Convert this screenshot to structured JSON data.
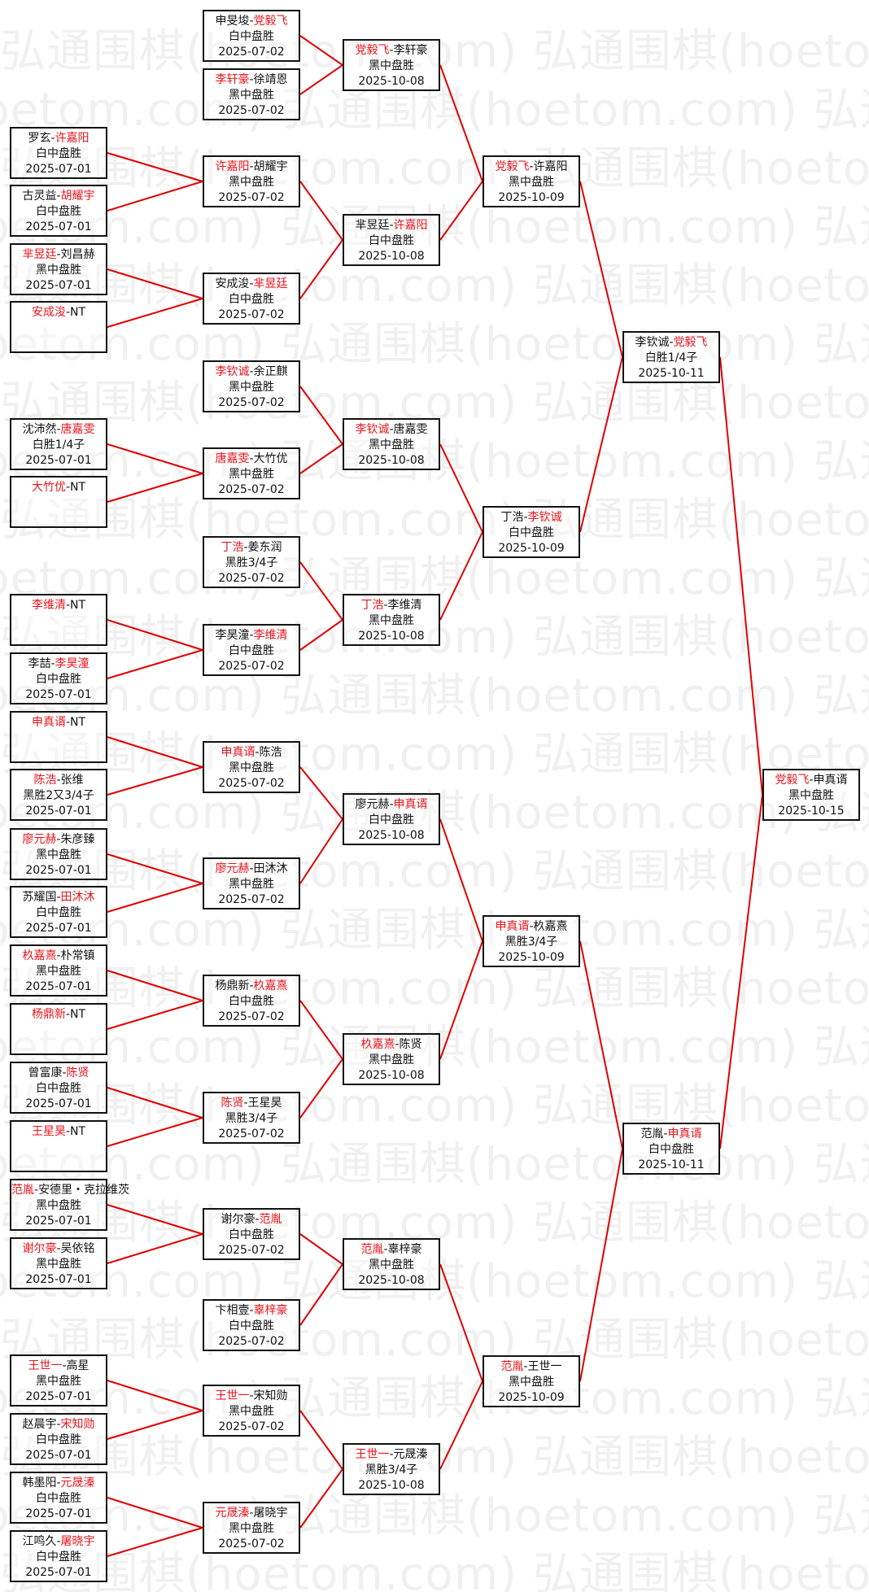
{
  "watermark": {
    "text": "弘通围棋(hoetom.com)"
  },
  "colors": {
    "winner": "#e8141c",
    "line": "#e00000",
    "border": "#111111"
  },
  "rounds": [
    [
      {
        "p1": "罗玄",
        "p2": "许嘉阳",
        "winner": 2,
        "result": "白中盘胜",
        "date": "2025-07-01"
      },
      {
        "p1": "古灵益",
        "p2": "胡耀宇",
        "winner": 2,
        "result": "白中盘胜",
        "date": "2025-07-01"
      },
      {
        "p1": "芈昱廷",
        "p2": "刘昌赫",
        "winner": 1,
        "result": "黑中盘胜",
        "date": "2025-07-01"
      },
      {
        "p1": "安成浚",
        "p2": "NT",
        "winner": 1,
        "result": "",
        "date": ""
      },
      {
        "p1": "沈沛然",
        "p2": "唐嘉雯",
        "winner": 2,
        "result": "白胜1/4子",
        "date": "2025-07-01"
      },
      {
        "p1": "大竹优",
        "p2": "NT",
        "winner": 1,
        "result": "",
        "date": ""
      },
      {
        "p1": "李维清",
        "p2": "NT",
        "winner": 1,
        "result": "",
        "date": ""
      },
      {
        "p1": "李喆",
        "p2": "李昊潼",
        "winner": 2,
        "result": "白中盘胜",
        "date": "2025-07-01"
      },
      {
        "p1": "申真谞",
        "p2": "NT",
        "winner": 1,
        "result": "",
        "date": ""
      },
      {
        "p1": "陈浩",
        "p2": "张维",
        "winner": 1,
        "result": "黑胜2又3/4子",
        "date": "2025-07-01"
      },
      {
        "p1": "廖元赫",
        "p2": "朱彦臻",
        "winner": 1,
        "result": "黑中盘胜",
        "date": "2025-07-01"
      },
      {
        "p1": "苏耀国",
        "p2": "田沐沐",
        "winner": 2,
        "result": "白中盘胜",
        "date": "2025-07-01"
      },
      {
        "p1": "杦嘉熹",
        "p2": "朴常镇",
        "winner": 1,
        "result": "黑中盘胜",
        "date": "2025-07-01"
      },
      {
        "p1": "杨鼎新",
        "p2": "NT",
        "winner": 1,
        "result": "",
        "date": ""
      },
      {
        "p1": "曾富康",
        "p2": "陈贤",
        "winner": 2,
        "result": "白中盘胜",
        "date": "2025-07-01"
      },
      {
        "p1": "王星昊",
        "p2": "NT",
        "winner": 1,
        "result": "",
        "date": ""
      },
      {
        "p1": "范胤",
        "p2": "安德里・克拉维茨",
        "winner": 1,
        "result": "黑中盘胜",
        "date": "2025-07-01"
      },
      {
        "p1": "谢尔豪",
        "p2": "吴依铭",
        "winner": 1,
        "result": "黑中盘胜",
        "date": "2025-07-01"
      },
      {
        "p1": "王世一",
        "p2": "高星",
        "winner": 1,
        "result": "黑中盘胜",
        "date": "2025-07-01"
      },
      {
        "p1": "赵晨宇",
        "p2": "宋知勋",
        "winner": 2,
        "result": "白中盘胜",
        "date": "2025-07-01"
      },
      {
        "p1": "韩墨阳",
        "p2": "元晟溱",
        "winner": 2,
        "result": "白中盘胜",
        "date": "2025-07-01"
      },
      {
        "p1": "江鸣久",
        "p2": "屠晓宇",
        "winner": 2,
        "result": "白中盘胜",
        "date": "2025-07-01"
      }
    ],
    [
      {
        "p1": "申旻埈",
        "p2": "党毅飞",
        "winner": 2,
        "result": "白中盘胜",
        "date": "2025-07-02"
      },
      {
        "p1": "李轩豪",
        "p2": "徐靖恩",
        "winner": 1,
        "result": "黑中盘胜",
        "date": "2025-07-02"
      },
      {
        "p1": "许嘉阳",
        "p2": "胡耀宇",
        "winner": 1,
        "result": "黑中盘胜",
        "date": "2025-07-02"
      },
      {
        "p1": "安成浚",
        "p2": "芈昱廷",
        "winner": 2,
        "result": "白中盘胜",
        "date": "2025-07-02"
      },
      {
        "p1": "李钦诚",
        "p2": "余正麒",
        "winner": 1,
        "result": "黑中盘胜",
        "date": "2025-07-02"
      },
      {
        "p1": "唐嘉雯",
        "p2": "大竹优",
        "winner": 1,
        "result": "黑中盘胜",
        "date": "2025-07-02"
      },
      {
        "p1": "丁浩",
        "p2": "姜东润",
        "winner": 1,
        "result": "黑胜3/4子",
        "date": "2025-07-02"
      },
      {
        "p1": "李昊潼",
        "p2": "李维清",
        "winner": 2,
        "result": "白中盘胜",
        "date": "2025-07-02"
      },
      {
        "p1": "申真谞",
        "p2": "陈浩",
        "winner": 1,
        "result": "黑中盘胜",
        "date": "2025-07-02"
      },
      {
        "p1": "廖元赫",
        "p2": "田沐沐",
        "winner": 1,
        "result": "黑中盘胜",
        "date": "2025-07-02"
      },
      {
        "p1": "杨鼎新",
        "p2": "杦嘉熹",
        "winner": 2,
        "result": "白中盘胜",
        "date": "2025-07-02"
      },
      {
        "p1": "陈贤",
        "p2": "王星昊",
        "winner": 1,
        "result": "黑胜3/4子",
        "date": "2025-07-02"
      },
      {
        "p1": "谢尔豪",
        "p2": "范胤",
        "winner": 2,
        "result": "白中盘胜",
        "date": "2025-07-02"
      },
      {
        "p1": "卞相壹",
        "p2": "辜梓豪",
        "winner": 2,
        "result": "白中盘胜",
        "date": "2025-07-02"
      },
      {
        "p1": "王世一",
        "p2": "宋知勋",
        "winner": 1,
        "result": "黑中盘胜",
        "date": "2025-07-02"
      },
      {
        "p1": "元晟溱",
        "p2": "屠晓宇",
        "winner": 1,
        "result": "黑中盘胜",
        "date": "2025-07-02"
      }
    ],
    [
      {
        "p1": "党毅飞",
        "p2": "李轩豪",
        "winner": 1,
        "result": "黑中盘胜",
        "date": "2025-10-08"
      },
      {
        "p1": "芈昱廷",
        "p2": "许嘉阳",
        "winner": 2,
        "result": "白中盘胜",
        "date": "2025-10-08"
      },
      {
        "p1": "李钦诚",
        "p2": "唐嘉雯",
        "winner": 1,
        "result": "黑中盘胜",
        "date": "2025-10-08"
      },
      {
        "p1": "丁浩",
        "p2": "李维清",
        "winner": 1,
        "result": "黑中盘胜",
        "date": "2025-10-08"
      },
      {
        "p1": "廖元赫",
        "p2": "申真谞",
        "winner": 2,
        "result": "白中盘胜",
        "date": "2025-10-08"
      },
      {
        "p1": "杦嘉熹",
        "p2": "陈贤",
        "winner": 1,
        "result": "黑中盘胜",
        "date": "2025-10-08"
      },
      {
        "p1": "范胤",
        "p2": "辜梓豪",
        "winner": 1,
        "result": "黑中盘胜",
        "date": "2025-10-08"
      },
      {
        "p1": "王世一",
        "p2": "元晟溱",
        "winner": 1,
        "result": "黑胜3/4子",
        "date": "2025-10-08"
      }
    ],
    [
      {
        "p1": "党毅飞",
        "p2": "许嘉阳",
        "winner": 1,
        "result": "黑中盘胜",
        "date": "2025-10-09"
      },
      {
        "p1": "丁浩",
        "p2": "李钦诚",
        "winner": 2,
        "result": "白中盘胜",
        "date": "2025-10-09"
      },
      {
        "p1": "申真谞",
        "p2": "杦嘉熹",
        "winner": 1,
        "result": "黑胜3/4子",
        "date": "2025-10-09"
      },
      {
        "p1": "范胤",
        "p2": "王世一",
        "winner": 1,
        "result": "黑中盘胜",
        "date": "2025-10-09"
      }
    ],
    [
      {
        "p1": "李钦诚",
        "p2": "党毅飞",
        "winner": 2,
        "result": "白胜1/4子",
        "date": "2025-10-11"
      },
      {
        "p1": "范胤",
        "p2": "申真谞",
        "winner": 2,
        "result": "白中盘胜",
        "date": "2025-10-11"
      }
    ],
    [
      {
        "p1": "党毅飞",
        "p2": "申真谞",
        "winner": 1,
        "result": "黑中盘胜",
        "date": "2025-10-15"
      }
    ]
  ]
}
